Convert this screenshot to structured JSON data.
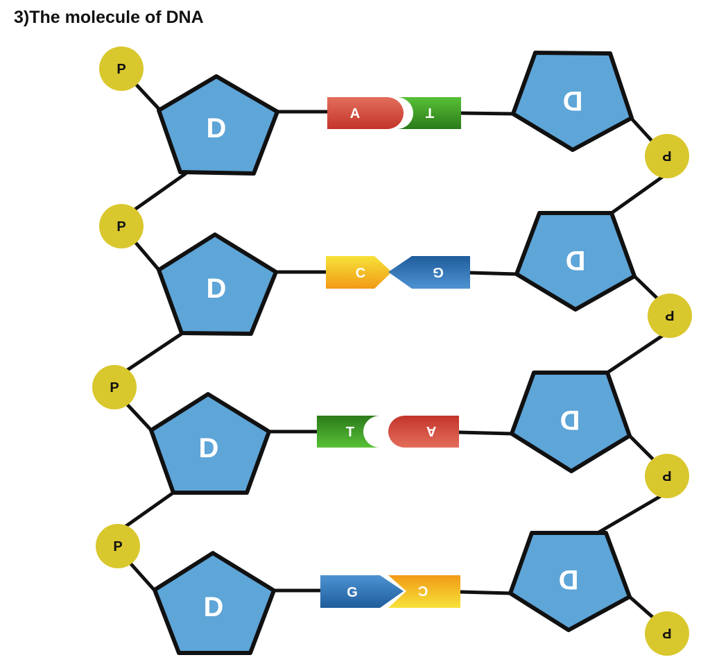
{
  "title": "3)The molecule of DNA",
  "sugar_label": "D",
  "phosphate_label": "P",
  "colors": {
    "sugar": "#5ea5d8",
    "phosphate": "#d9c72e",
    "outline": "#111111",
    "A": [
      "#e36e5c",
      "#c3342a"
    ],
    "T": [
      "#58b12e",
      "#2b7a1a"
    ],
    "C": [
      "#f6d125",
      "#f29a16"
    ],
    "G": [
      "#2f6fae",
      "#4e93d2"
    ]
  },
  "rungs": [
    {
      "left_base": "A",
      "right_base": "T"
    },
    {
      "left_base": "C",
      "right_base": "G"
    },
    {
      "left_base": "T",
      "right_base": "A"
    },
    {
      "left_base": "G",
      "right_base": "C"
    }
  ]
}
